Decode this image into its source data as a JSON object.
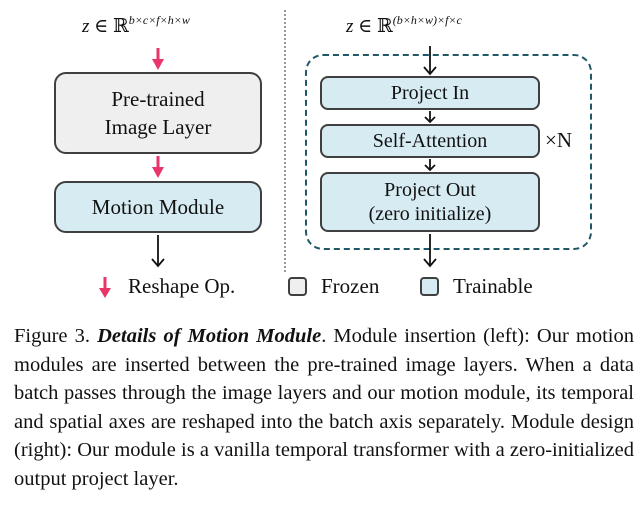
{
  "left": {
    "equation": {
      "z": "z",
      "in": "∈",
      "set": "ℝ",
      "sup": "b×c×f×h×w"
    },
    "box_pretrained": "Pre-trained Image Layer",
    "box_motion": "Motion Module"
  },
  "right": {
    "equation": {
      "z": "z",
      "in": "∈",
      "set": "ℝ",
      "sup": "(b×h×w)×f×c"
    },
    "box_project_in": "Project In",
    "box_self_attention": "Self-Attention",
    "repeat": "×N",
    "box_project_out_line1": "Project Out",
    "box_project_out_line2": "(zero initialize)"
  },
  "legend": {
    "reshape": "Reshape Op.",
    "frozen": "Frozen",
    "trainable": "Trainable"
  },
  "colors": {
    "frozen_fill": "#efefef",
    "trainable_fill": "#d7ecf2",
    "reshape_arrow": "#e8366a",
    "dashed_frame": "#1f5866"
  },
  "caption": {
    "label": "Figure 3.",
    "title": "Details of Motion Module",
    "text": ". Module insertion (left): Our motion modules are inserted between the pre-trained image layers. When a data batch passes through the image layers and our motion module, its temporal and spatial axes are reshaped into the batch axis separately. Module design (right): Our module is a vanilla temporal transformer with a zero-initialized output project layer."
  }
}
